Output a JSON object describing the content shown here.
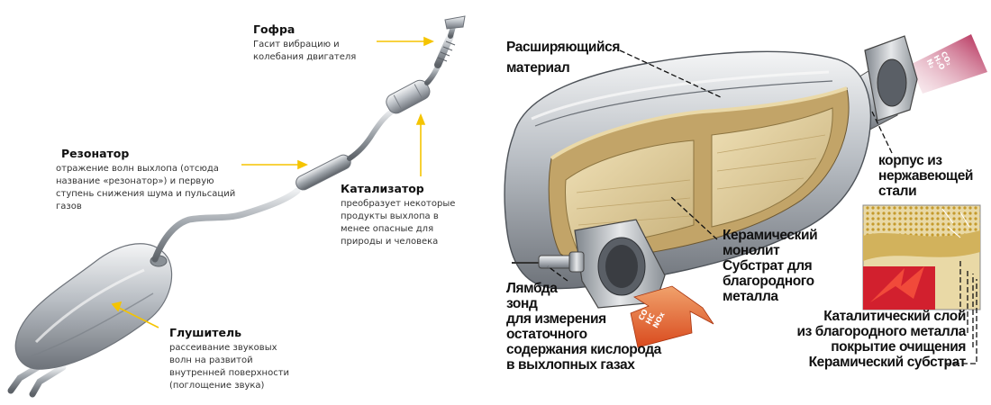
{
  "exhaust": {
    "gofra": {
      "title": "Гофра",
      "desc1": "Гасит вибрацию и",
      "desc2": "колебания двигателя"
    },
    "rezonator": {
      "title": "Резонатор",
      "desc1": "отражение волн выхлопа (отсюда",
      "desc2": "название «резонатор») и первую",
      "desc3": "ступень снижения шума и пульсаций",
      "desc4": "газов"
    },
    "katalizator": {
      "title": "Катализатор",
      "desc1": "преобразует некоторые",
      "desc2": "продукты выхлопа в",
      "desc3": "менее опасные для",
      "desc4": "природы и человека"
    },
    "glushitel": {
      "title": "Глушитель",
      "desc1": "рассеивание звуковых",
      "desc2": "волн на развитой",
      "desc3": "внутренней поверхности",
      "desc4": "(поглощение звука)"
    }
  },
  "converter": {
    "expanding_material": {
      "line1": "Расширяющийся",
      "line2": "материал"
    },
    "housing": {
      "line1": "корпус из",
      "line2": "нержавеющей",
      "line3": "стали"
    },
    "ceramic_monolith": {
      "line1": "Керамический",
      "line2": "монолит",
      "line3": "Субстрат для",
      "line4": "благородного",
      "line5": "металла"
    },
    "lambda": {
      "line1": "Лямбда",
      "line2": "зонд",
      "line3": "для измерения",
      "line4": "остаточного",
      "line5": "содержания кислорода",
      "line6": "в выхлопных газах"
    },
    "catalytic_layer": {
      "line1": "Каталитический слой",
      "line2": "из благородного металла",
      "line3": "покрытие очищения",
      "line4": "Керамический субстрат"
    },
    "gas_out": {
      "g1": "CO₂",
      "g2": "H₂O",
      "g3": "N₂"
    },
    "gas_in": {
      "g1": "CO",
      "g2": "HC",
      "g3": "NOx"
    }
  },
  "colors": {
    "arrow_yellow": "#f5c400",
    "arrow_orange": "#e4572e",
    "metal": "#b9bec4",
    "ceramic": "#e2cf9e"
  }
}
